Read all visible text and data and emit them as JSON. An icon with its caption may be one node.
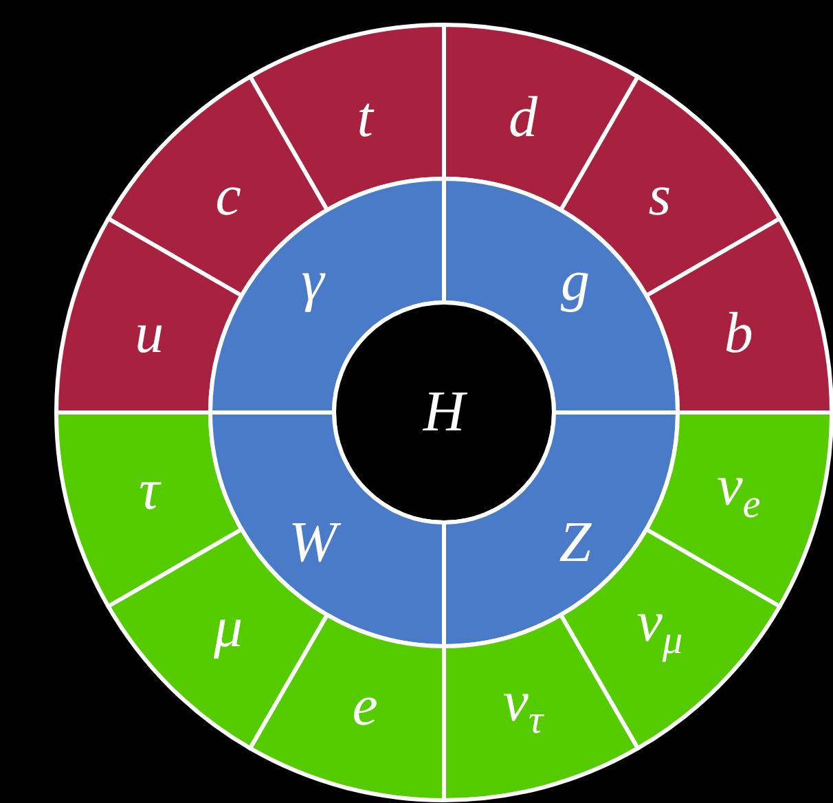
{
  "diagram": {
    "nodes": [
      {
        "text": [
          "t"
        ]
      },
      {
        "text": [
          "d"
        ]
      },
      {
        "text": [
          "c"
        ]
      },
      {
        "text": [
          "s"
        ]
      },
      {
        "text": [
          "u"
        ]
      },
      {
        "text": [
          "b"
        ]
      },
      {
        "text": [
          "γ"
        ]
      },
      {
        "text": [
          "g"
        ]
      },
      {
        "text": [
          "H"
        ]
      },
      {
        "text": [
          "τ"
        ]
      },
      {
        "text": [
          "W"
        ]
      },
      {
        "text": [
          "Z"
        ]
      },
      {
        "text": [
          "ν$_{e}$"
        ]
      },
      {
        "text": [
          "μ"
        ]
      },
      {
        "text": [
          "ν$_{μ}$"
        ]
      },
      {
        "text": [
          "e"
        ]
      },
      {
        "text": [
          "ν$_{τ}$"
        ]
      }
    ]
  }
}
